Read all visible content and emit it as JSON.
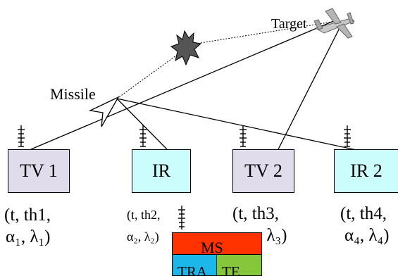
{
  "labels": {
    "target": "Target",
    "missile": "Missile"
  },
  "sensors": [
    {
      "name": "TV 1",
      "coord_line1": "(t, th1,",
      "coord_line2": "α₁, λ₁)"
    },
    {
      "name": "IR",
      "coord_line1": "(t,  th2,",
      "coord_line2": "α₂, λ₂)"
    },
    {
      "name": "TV 2",
      "coord_line1": "(t, th3,",
      "coord_line2": "α₃, λ₃)"
    },
    {
      "name": "IR 2",
      "coord_line1": "(t, th4,",
      "coord_line2": "α₄, λ₄)"
    }
  ],
  "ms_unit": {
    "top_label": "MS",
    "bottom_left_label": "TRA",
    "bottom_right_label": "TE"
  },
  "colors": {
    "tv_box": "#e0dcec",
    "ir_box": "#ccfdfd",
    "ms_top": "#ff3300",
    "ms_bottom_left": "#1cb7ea",
    "ms_bottom_right": "#86c63b",
    "aircraft": "#c8c8c8",
    "explosion": "#555555"
  },
  "icons": [
    "aircraft-icon",
    "explosion-icon",
    "missile-icon",
    "antenna-icon"
  ]
}
